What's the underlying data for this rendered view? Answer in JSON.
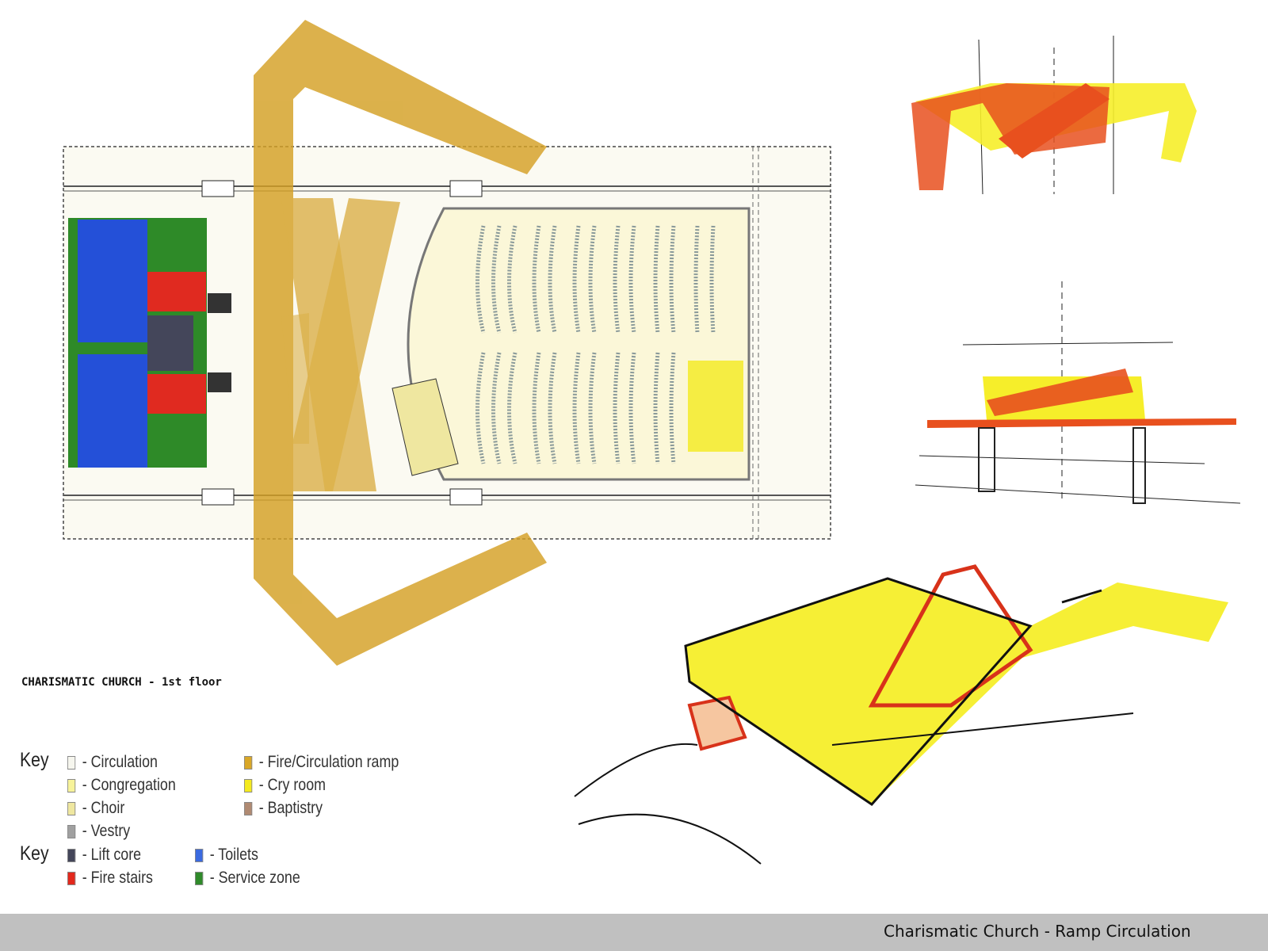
{
  "plan": {
    "title": "CHARISMATIC CHURCH - 1st floor"
  },
  "legend": {
    "key_label_1": "Key",
    "key_label_2": "Key",
    "group1": [
      {
        "label": "- Circulation",
        "color": "#f6f6ee"
      },
      {
        "label": "- Congregation",
        "color": "#f7f39a"
      },
      {
        "label": "- Choir",
        "color": "#efe7a0"
      },
      {
        "label": "- Vestry",
        "color": "#a0a0a0"
      }
    ],
    "group1b": [
      {
        "label": "- Fire/Circulation ramp",
        "color": "#d9a727"
      },
      {
        "label": "- Cry room",
        "color": "#f4ea1e"
      },
      {
        "label": "- Baptistry",
        "color": "#b08a72"
      }
    ],
    "group2": [
      {
        "label": "- Lift core",
        "color": "#44465a"
      },
      {
        "label": "- Fire stairs",
        "color": "#e3281c"
      },
      {
        "label": "- Toilets",
        "color": "#3a6ae0"
      },
      {
        "label": "- Service zone",
        "color": "#2f8a2a"
      }
    ]
  },
  "footer": {
    "caption": "Charismatic Church - Ramp Circulation"
  },
  "colors": {
    "ramp": "#d4a024",
    "toilets": "#2450d8",
    "service": "#2e8a28",
    "fire": "#e02a20",
    "sketch_yellow": "#f6ee2a",
    "sketch_red": "#e8501e",
    "footer": "#c0c0c0"
  }
}
